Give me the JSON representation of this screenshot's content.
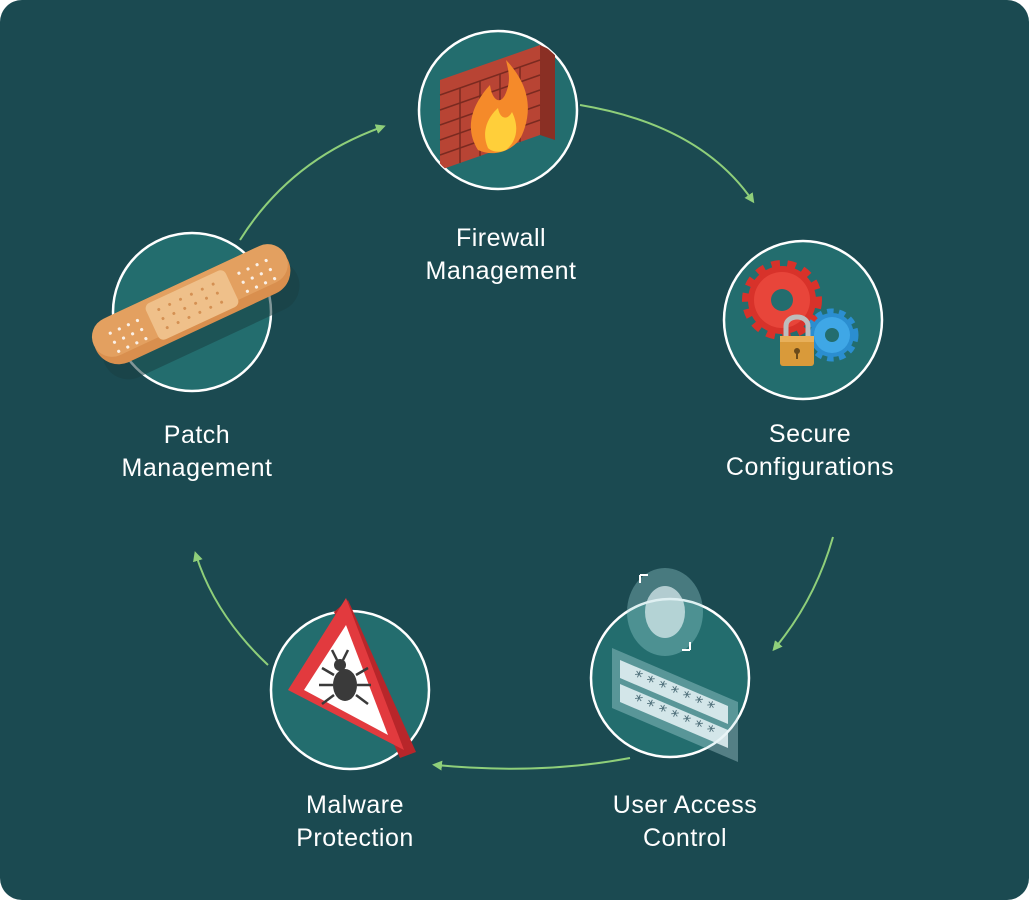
{
  "steps": [
    {
      "id": "firewall",
      "line1": "Firewall",
      "line2": "Management",
      "icon": "firewall-icon"
    },
    {
      "id": "secure",
      "line1": "Secure",
      "line2": "Configurations",
      "icon": "gears-padlock-icon"
    },
    {
      "id": "access",
      "line1": "User Access",
      "line2": "Control",
      "icon": "password-face-id-icon"
    },
    {
      "id": "malware",
      "line1": "Malware",
      "line2": "Protection",
      "icon": "bug-warning-icon"
    },
    {
      "id": "patch",
      "line1": "Patch",
      "line2": "Management",
      "icon": "bandage-icon"
    }
  ],
  "colors": {
    "background": "#1b4a51",
    "circle_fill": "#236d6e",
    "circle_stroke": "#ffffff",
    "arrow": "#8fcf7a",
    "label": "#ffffff"
  }
}
